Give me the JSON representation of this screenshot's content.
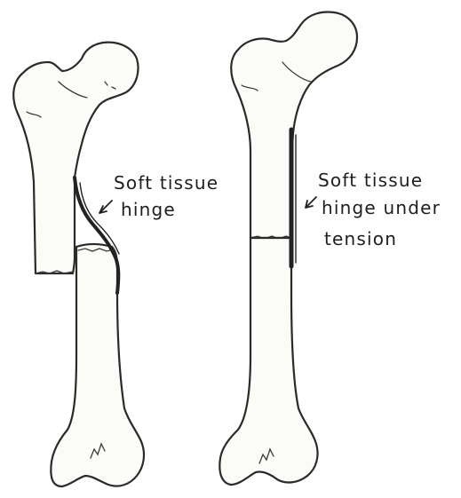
{
  "figure": {
    "left_panel": {
      "label_line_1": "Soft tissue",
      "label_line_2": "hinge"
    },
    "right_panel": {
      "label_line_1": "Soft tissue",
      "label_line_2": "hinge under",
      "label_line_3": "tension"
    }
  }
}
